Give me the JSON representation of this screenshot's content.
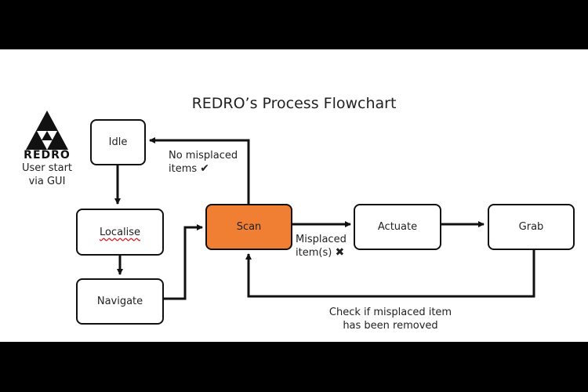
{
  "title": "REDRO’s Process Flowchart",
  "brand": {
    "name": "REDRO",
    "caption": "User start via GUI",
    "logo_icon": "triforce-logo-icon"
  },
  "nodes": {
    "idle": "Idle",
    "localise": "Localise",
    "navigate": "Navigate",
    "scan": "Scan",
    "actuate": "Actuate",
    "grab": "Grab"
  },
  "edge_labels": {
    "no_misplaced": "No misplaced items",
    "no_misplaced_mark": "✔",
    "misplaced": "Misplaced item(s)",
    "misplaced_mark": "✖",
    "check_removed_line1": "Check if misplaced item",
    "check_removed_line2": "has been removed"
  },
  "colors": {
    "active_node": "#f07f33",
    "background": "#ffffff",
    "frame": "#000000"
  }
}
